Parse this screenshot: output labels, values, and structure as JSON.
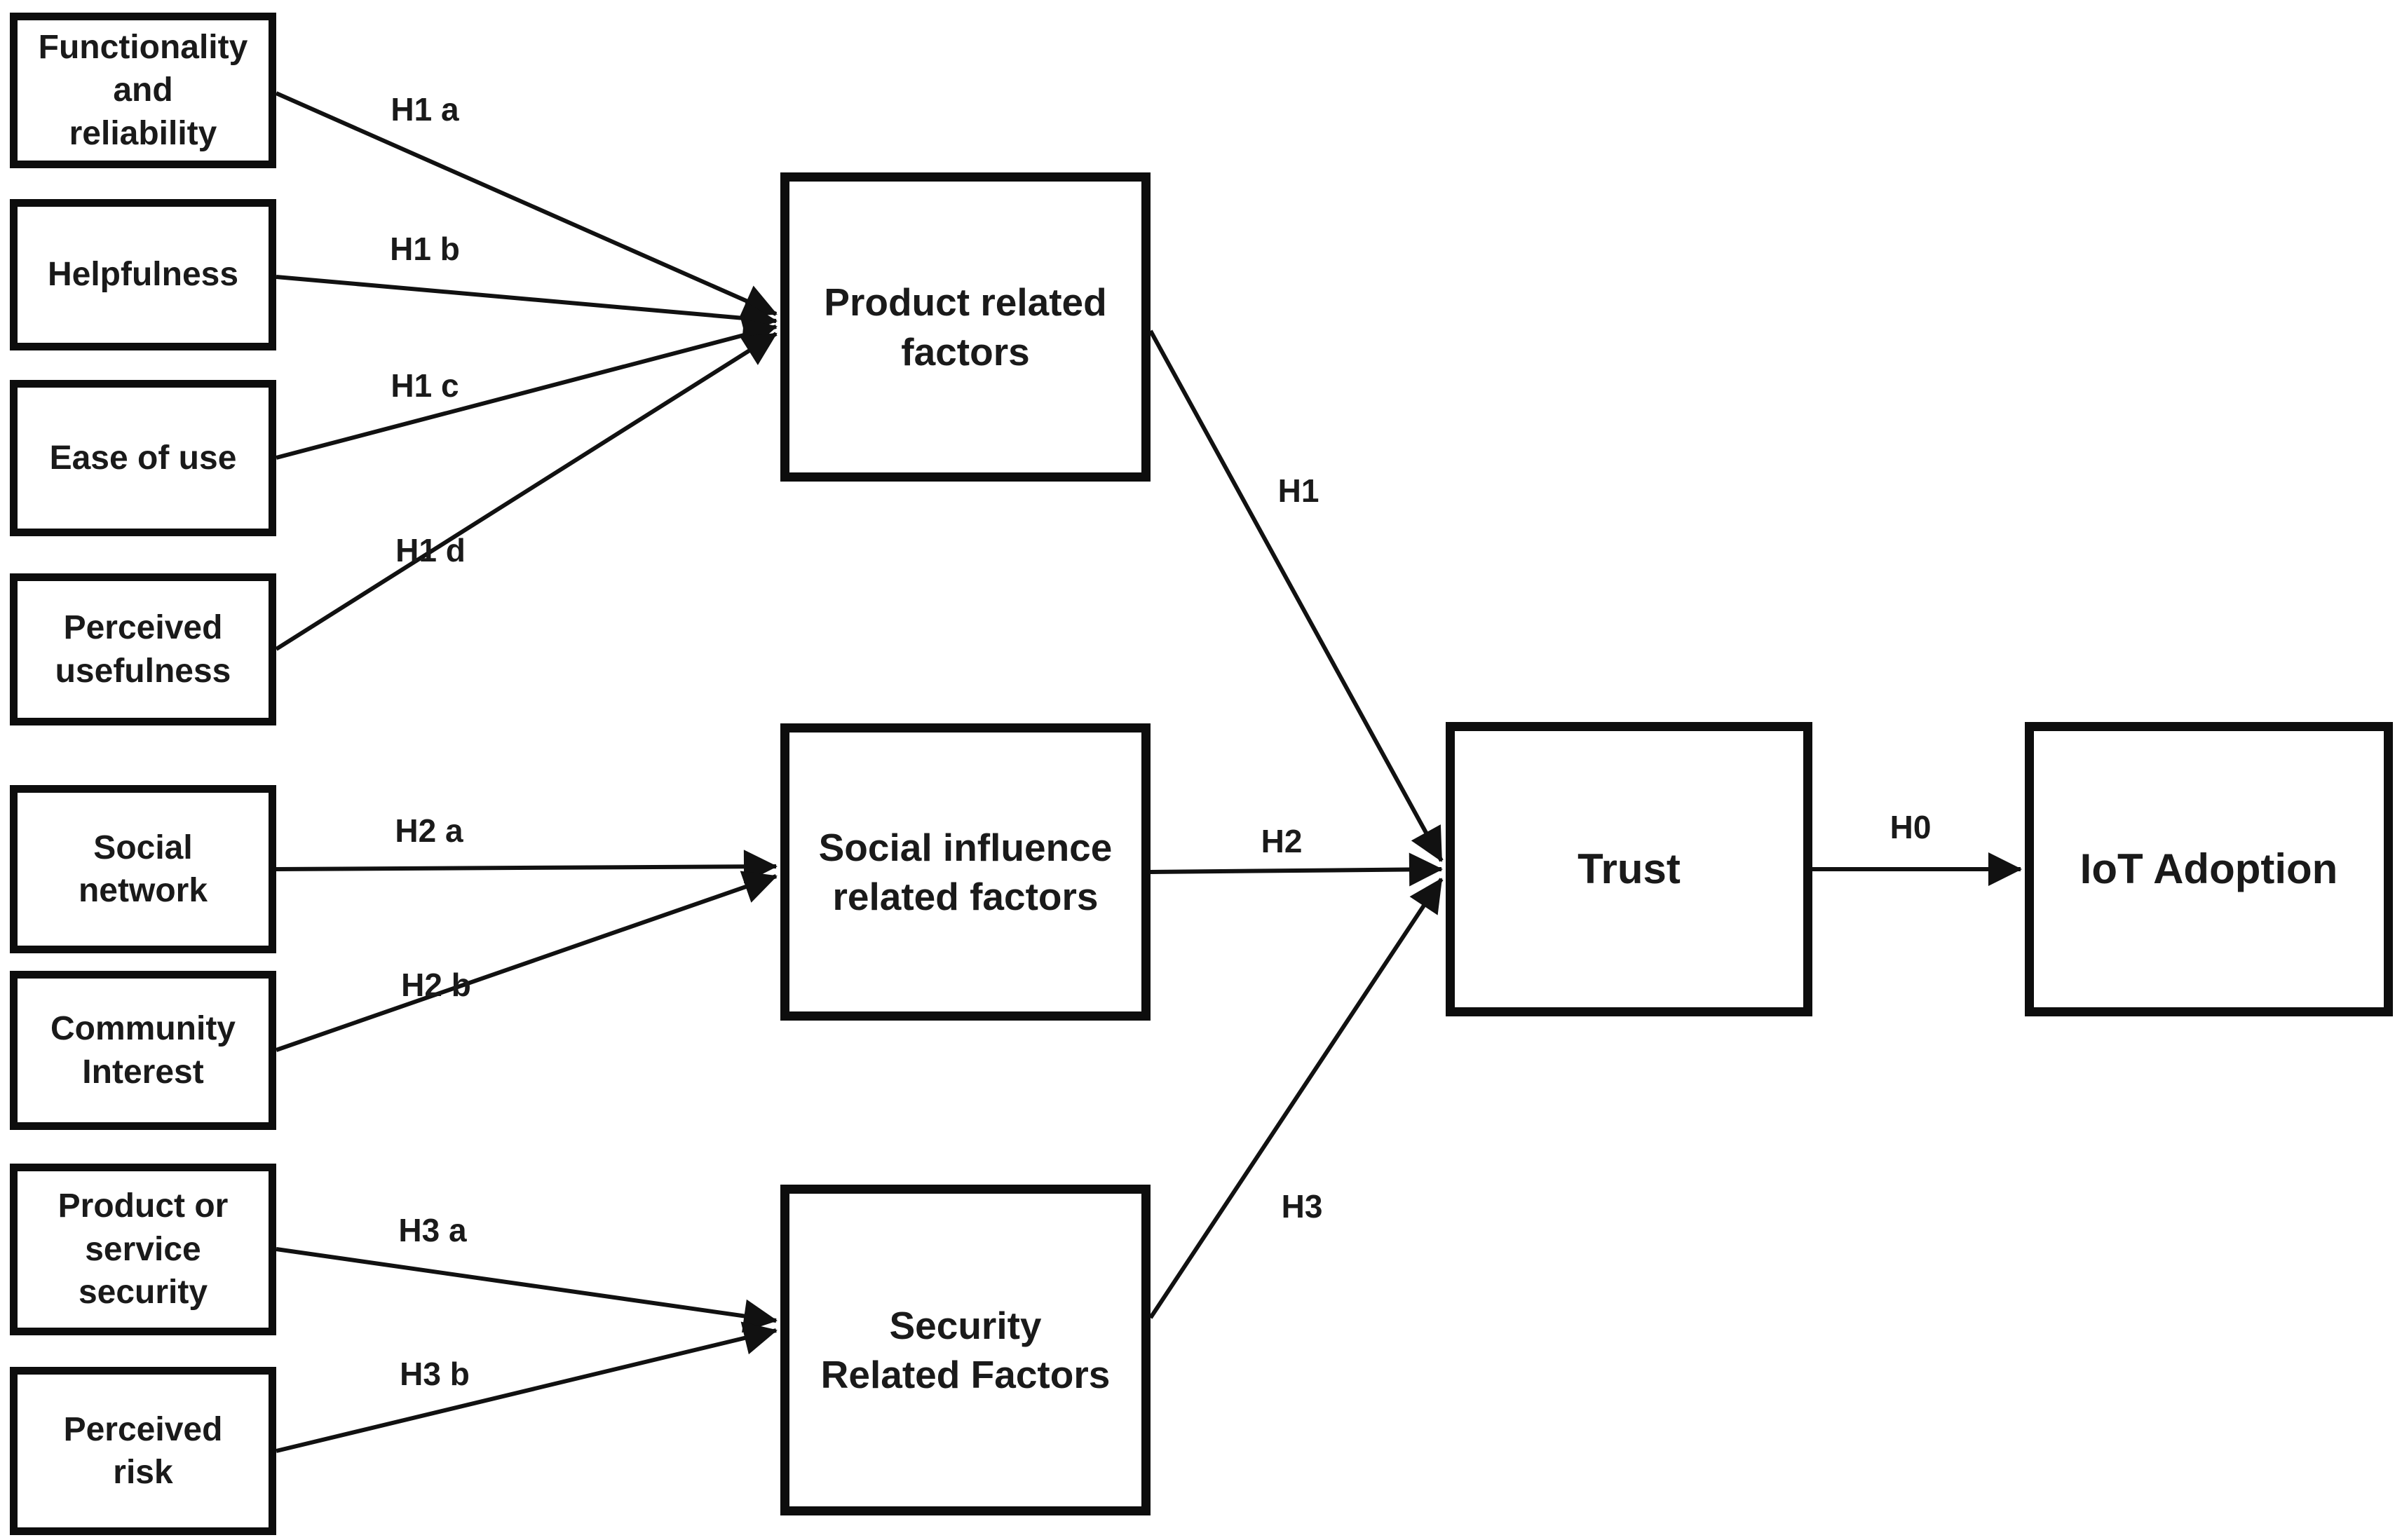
{
  "diagram": {
    "background_color": "#ffffff",
    "line_color": "#111111",
    "text_color": "#1a1a1a",
    "nodes": {
      "functionality": {
        "label": "Functionality\nand\nreliability"
      },
      "helpfulness": {
        "label": "Helpfulness"
      },
      "ease_of_use": {
        "label": "Ease of use"
      },
      "perceived_usefulness": {
        "label": "Perceived\nusefulness"
      },
      "social_network": {
        "label": "Social\nnetwork"
      },
      "community_interest": {
        "label": "Community\nInterest"
      },
      "product_service_security": {
        "label": "Product or\nservice\nsecurity"
      },
      "perceived_risk": {
        "label": "Perceived\nrisk"
      },
      "product_factors": {
        "label": "Product related\nfactors"
      },
      "social_factors": {
        "label": "Social influence\nrelated factors"
      },
      "security_factors": {
        "label": "Security\nRelated Factors"
      },
      "trust": {
        "label": "Trust"
      },
      "iot_adoption": {
        "label": "IoT Adoption"
      }
    },
    "edges": [
      {
        "label": "H1 a",
        "from": "functionality",
        "to": "product_factors"
      },
      {
        "label": "H1 b",
        "from": "helpfulness",
        "to": "product_factors"
      },
      {
        "label": "H1 c",
        "from": "ease_of_use",
        "to": "product_factors"
      },
      {
        "label": "H1 d",
        "from": "perceived_usefulness",
        "to": "product_factors"
      },
      {
        "label": "H2 a",
        "from": "social_network",
        "to": "social_factors"
      },
      {
        "label": "H2 b",
        "from": "community_interest",
        "to": "social_factors"
      },
      {
        "label": "H3 a",
        "from": "product_service_security",
        "to": "security_factors"
      },
      {
        "label": "H3 b",
        "from": "perceived_risk",
        "to": "security_factors"
      },
      {
        "label": "H1",
        "from": "product_factors",
        "to": "trust"
      },
      {
        "label": "H2",
        "from": "social_factors",
        "to": "trust"
      },
      {
        "label": "H3",
        "from": "security_factors",
        "to": "trust"
      },
      {
        "label": "H0",
        "from": "trust",
        "to": "iot_adoption"
      }
    ]
  }
}
